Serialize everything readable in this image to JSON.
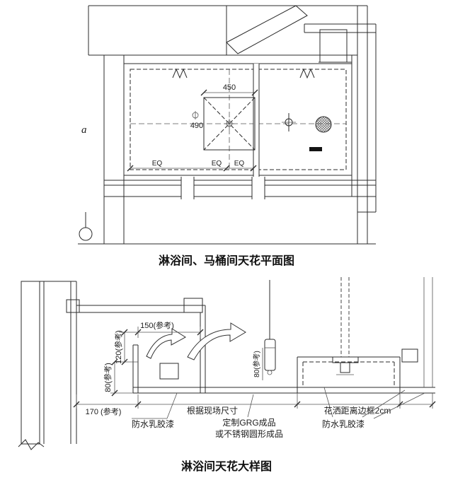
{
  "page": {
    "background": "#ffffff",
    "line_color": "#2b2b2b"
  },
  "plan": {
    "title": "淋浴间、马桶间天花平面图",
    "dim_width": "450",
    "dim_height": "490",
    "eq_labels": [
      "EQ",
      "EQ",
      "EQ"
    ],
    "axis_label": "a"
  },
  "detail": {
    "title": "淋浴间天花大样图",
    "dim_150": "150(参考)",
    "dim_120": "120(参考)",
    "dim_80": "80(参考)",
    "dim_80_lamp": "80(参考)",
    "dim_170": "170 (参考)",
    "dim_site": "根据现场尺寸",
    "dim_shower": "花洒距离边框2cm",
    "label_paint_left": "防水乳胶漆",
    "label_grg_1": "定制GRG成品",
    "label_grg_2": "或不锈钢圆形成品",
    "label_paint_right": "防水乳胶漆"
  }
}
